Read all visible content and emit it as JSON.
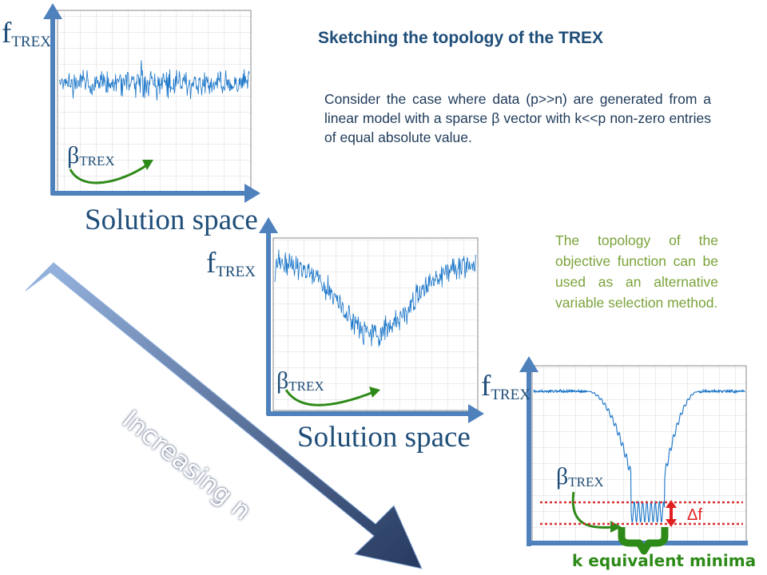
{
  "title": "Sketching the topology of the TREX",
  "description": "Consider the case where data (p>>n) are generated from a linear model with a sparse β vector with k<<p non-zero entries of equal absolute value.",
  "note": "The topology of the objective function can be used as an alternative variable selection method.",
  "arrow_label": "Increasing n",
  "labels": {
    "f_main": "f",
    "f_sub": "TREX",
    "beta_main": "β",
    "beta_sub": "TREX",
    "solution_space": "Solution space",
    "k_minima": "k equivalent minima",
    "delta_f": "Δf"
  },
  "colors": {
    "axis_blue": "#4f81bd",
    "signal_blue": "#1874c8",
    "title_navy": "#1f4e79",
    "green_text": "#7aa33a",
    "minima_green": "#2e8a18",
    "delta_red": "#e02020"
  }
}
